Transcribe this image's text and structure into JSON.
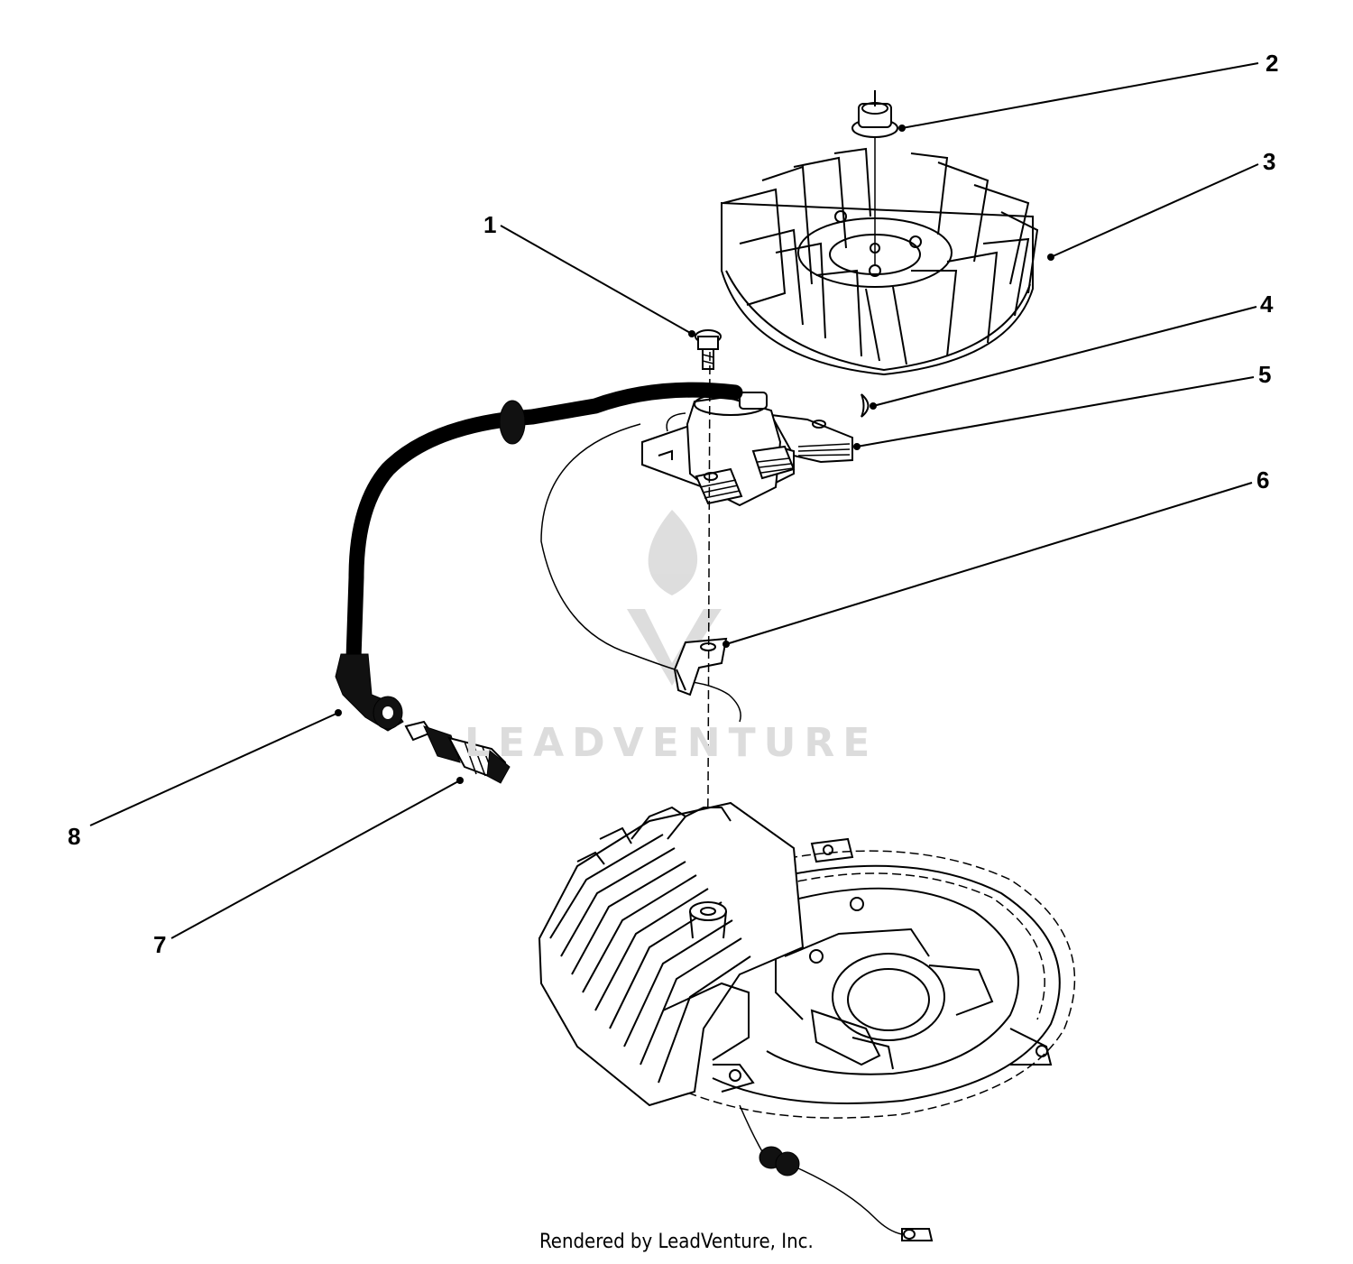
{
  "callouts": [
    {
      "id": "1",
      "label": "1"
    },
    {
      "id": "2",
      "label": "2"
    },
    {
      "id": "3",
      "label": "3"
    },
    {
      "id": "4",
      "label": "4"
    },
    {
      "id": "5",
      "label": "5"
    },
    {
      "id": "6",
      "label": "6"
    },
    {
      "id": "7",
      "label": "7"
    },
    {
      "id": "8",
      "label": "8"
    }
  ],
  "watermark": {
    "text": "LEADVENTURE"
  },
  "footer": {
    "text": "Rendered by LeadVenture, Inc."
  }
}
